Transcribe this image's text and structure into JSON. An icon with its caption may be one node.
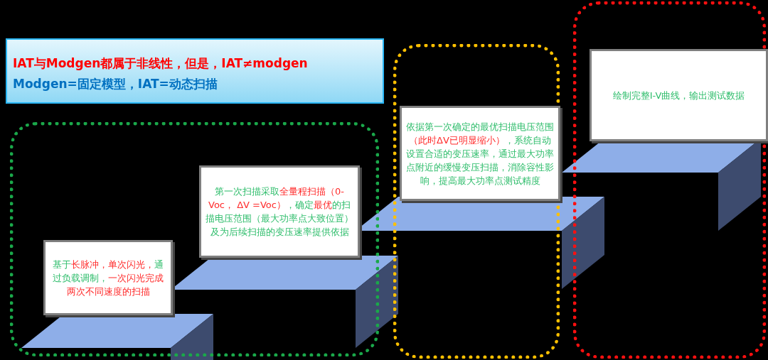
{
  "diagram": {
    "nodes": [
      {
        "text": [
          "IAT与Modgen都属于非线性，但是，IAT≠modgen",
          "Modgen=固定模型，IAT=动态扫描"
        ]
      },
      {
        "text": [],
        "shape": "box"
      },
      {
        "text": [
          "基于**长脉冲，单次闪光，**通过负载调制，**一次闪光完成两次不同速度的扫描**"
        ],
        "in": 1
      },
      {
        "text": [
          "第一次扫描采取**全量程扫描（0-Voc， ΔV =Voc）**，确定**最优**的扫描电压范围（最大功率点大致位置）及为后续扫描的变压速率提供依据"
        ],
        "in": 1
      },
      {
        "text": [],
        "shape": "box"
      },
      {
        "text": [
          "依据第一次确定的最优扫描电压范围**（此时ΔV已明显缩小）**，系统自动设置合适的变压速率，通过最大功率点附近的缓慢变压扫描，消除容性影响，提高最大功率点测试精度"
        ],
        "in": 4
      },
      {
        "text": [],
        "shape": "box"
      },
      {
        "text": [
          "绘制完整I-V曲线，输出测试数据"
        ],
        "in": 6
      }
    ]
  }
}
